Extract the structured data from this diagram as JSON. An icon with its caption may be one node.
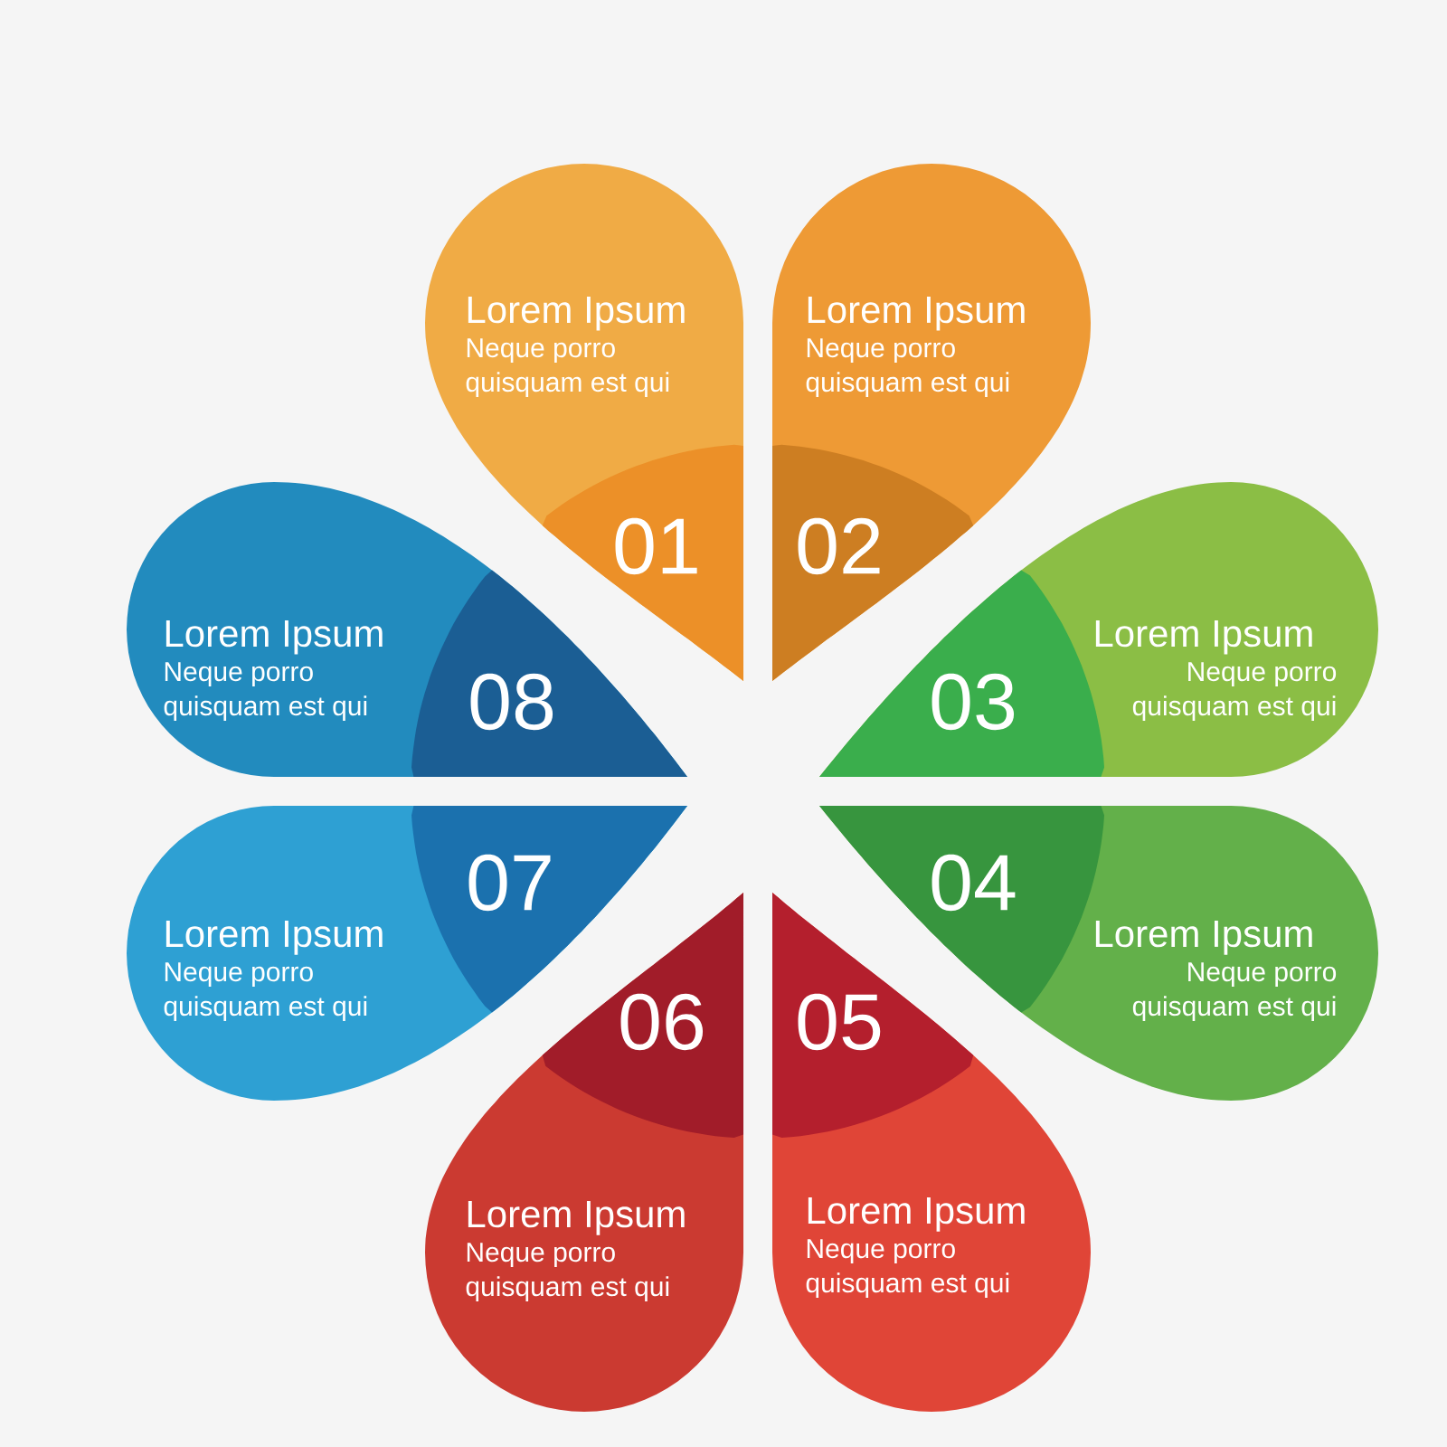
{
  "diagram": {
    "nodes": [
      {
        "text": [
          "Lorem Ipsum",
          "Neque porro quisquam est qui"
        ]
      },
      {
        "text": [
          "01"
        ],
        "in": 0
      },
      {
        "text": [
          "Lorem Ipsum",
          "Neque porro quisquam est qui"
        ]
      },
      {
        "text": [
          "02"
        ],
        "in": 2
      },
      {
        "text": [
          "Lorem Ipsum",
          "Neque porro quisquam est qui"
        ]
      },
      {
        "text": [
          "03"
        ],
        "in": 4
      },
      {
        "text": [
          "Lorem Ipsum",
          "Neque porro quisquam est qui"
        ]
      },
      {
        "text": [
          "04"
        ],
        "in": 6
      },
      {
        "text": [
          "Lorem Ipsum",
          "Neque porro quisquam est qui"
        ]
      },
      {
        "text": [
          "05"
        ],
        "in": 8
      },
      {
        "text": [
          "Lorem Ipsum",
          "Neque porro quisquam est qui"
        ]
      },
      {
        "text": [
          "06"
        ],
        "in": 10
      },
      {
        "text": [
          "Lorem Ipsum",
          "Neque porro quisquam est qui"
        ]
      },
      {
        "text": [
          "07"
        ],
        "in": 12
      },
      {
        "text": [
          "Lorem Ipsum",
          "Neque porro quisquam est qui"
        ]
      },
      {
        "text": [
          "08"
        ],
        "in": 14
      }
    ]
  }
}
